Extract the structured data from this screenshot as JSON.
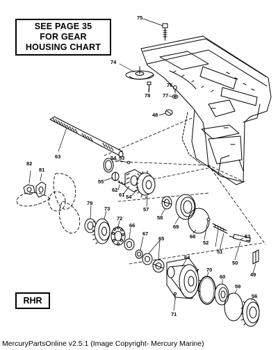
{
  "callout": {
    "line1": "SEE PAGE 35",
    "line2": "FOR GEAR",
    "line3": "HOUSING CHART"
  },
  "region_label": "RHR",
  "footer": "MercuryPartsOnline v2.5.1 (Image Copyright- Mercury Marine)",
  "part_numbers": {
    "p75": "75",
    "p74": "74",
    "p76": "76",
    "p77": "77",
    "p78": "78",
    "p48": "48",
    "p63": "63",
    "p82": "82",
    "p81": "81",
    "p53a": "53",
    "p54a": "54",
    "p55": "55",
    "p62": "62",
    "p61": "61",
    "p54b": "54",
    "p57": "57",
    "p58": "58",
    "p69": "69",
    "p68": "68",
    "p79": "79",
    "p73": "73",
    "p72": "72",
    "p66": "66",
    "p67": "67",
    "p65": "65",
    "p52": "52",
    "p51": "51",
    "p53b": "53",
    "p50": "50",
    "p49": "49",
    "p64": "64",
    "p70": "70",
    "p60": "60",
    "p59": "59",
    "p56": "56",
    "p71": "71"
  }
}
